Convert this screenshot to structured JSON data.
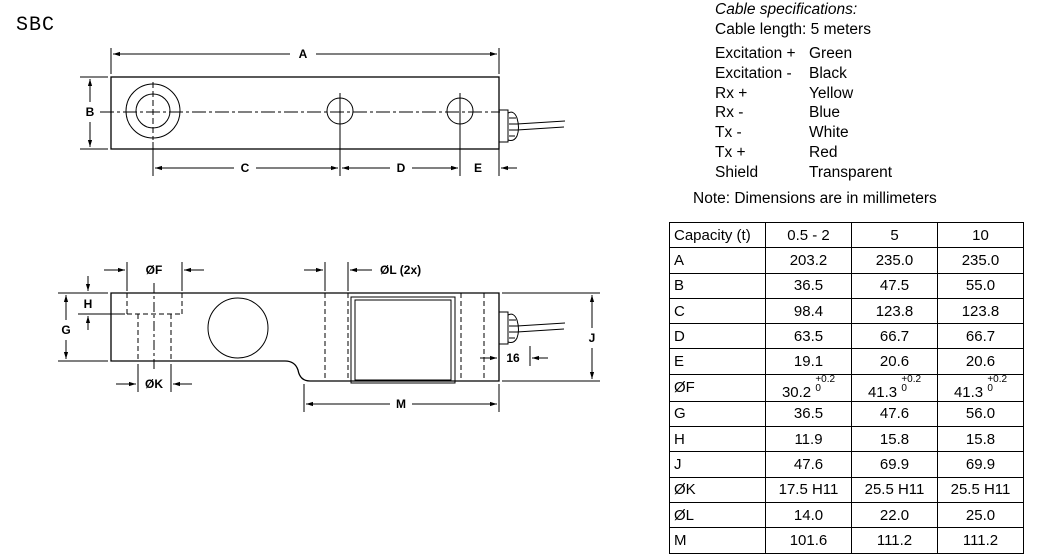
{
  "model": "SBC",
  "drawing_labels": {
    "A": "A",
    "B": "B",
    "C": "C",
    "D": "D",
    "E": "E",
    "F": "ØF",
    "L": "ØL (2x)",
    "H": "H",
    "G": "G",
    "K": "ØK",
    "M": "M",
    "J": "J",
    "sixteen": "16"
  },
  "cable": {
    "title": "Cable specifications:",
    "length": "Cable length: 5 meters",
    "wires": [
      {
        "signal": "Excitation +",
        "color": "Green"
      },
      {
        "signal": "Excitation -",
        "color": "Black"
      },
      {
        "signal": "Rx +",
        "color": "Yellow"
      },
      {
        "signal": "Rx -",
        "color": "Blue"
      },
      {
        "signal": "Tx -",
        "color": "White"
      },
      {
        "signal": "Tx +",
        "color": "Red"
      },
      {
        "signal": "Shield",
        "color": "Transparent"
      }
    ]
  },
  "note": "Note: Dimensions are in millimeters",
  "table": {
    "header": [
      "Capacity (t)",
      "0.5 - 2",
      "5",
      "10"
    ],
    "tolerance": {
      "upper": "+0.2",
      "lower": "0"
    },
    "rows": [
      [
        "A",
        "203.2",
        "235.0",
        "235.0"
      ],
      [
        "B",
        "36.5",
        "47.5",
        "55.0"
      ],
      [
        "C",
        "98.4",
        "123.8",
        "123.8"
      ],
      [
        "D",
        "63.5",
        "66.7",
        "66.7"
      ],
      [
        "E",
        "19.1",
        "20.6",
        "20.6"
      ],
      [
        "ØF",
        "30.2",
        "41.3",
        "41.3"
      ],
      [
        "G",
        "36.5",
        "47.6",
        "56.0"
      ],
      [
        "H",
        "11.9",
        "15.8",
        "15.8"
      ],
      [
        "J",
        "47.6",
        "69.9",
        "69.9"
      ],
      [
        "ØK",
        "17.5 H11",
        "25.5 H11",
        "25.5 H11"
      ],
      [
        "ØL",
        "14.0",
        "22.0",
        "25.0"
      ],
      [
        "M",
        "101.6",
        "111.2",
        "111.2"
      ]
    ]
  }
}
